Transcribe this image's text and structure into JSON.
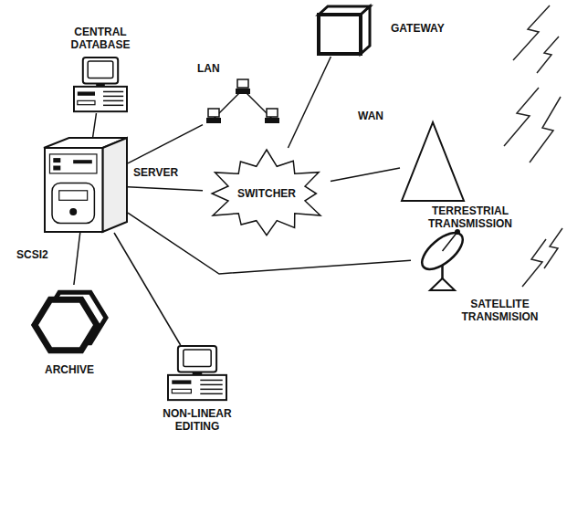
{
  "diagram": {
    "nodes": [
      {
        "text": [
          "CENTRAL DATABASE"
        ]
      },
      {
        "text": [
          "LAN"
        ]
      },
      {
        "text": [
          "GATEWAY"
        ]
      },
      {
        "text": [
          "SWITCHER"
        ]
      },
      {
        "text": [
          "TERRESTRIAL TRANSMISSION"
        ]
      },
      {
        "text": [
          "SERVER"
        ]
      },
      {
        "text": [
          "SATELLITE TRANSMISION"
        ]
      },
      {
        "text": [
          "ARCHIVE"
        ]
      },
      {
        "text": [
          "NON-LINEAR EDITING"
        ]
      }
    ],
    "edges": [
      {
        "from": 5,
        "to": 0,
        "arrow": "none"
      },
      {
        "from": 5,
        "to": 1,
        "arrow": "none"
      },
      {
        "from": 5,
        "to": 3,
        "arrow": "none"
      },
      {
        "from": 3,
        "to": 2,
        "arrow": "none"
      },
      {
        "from": 3,
        "to": 4,
        "arrow": "none"
      },
      {
        "from": 5,
        "to": 6,
        "arrow": "none"
      },
      {
        "from": 5,
        "to": 7,
        "label": "SCSI2",
        "arrow": "none"
      },
      {
        "from": 5,
        "to": 8,
        "arrow": "none"
      }
    ],
    "labels": [
      "WAN"
    ]
  }
}
